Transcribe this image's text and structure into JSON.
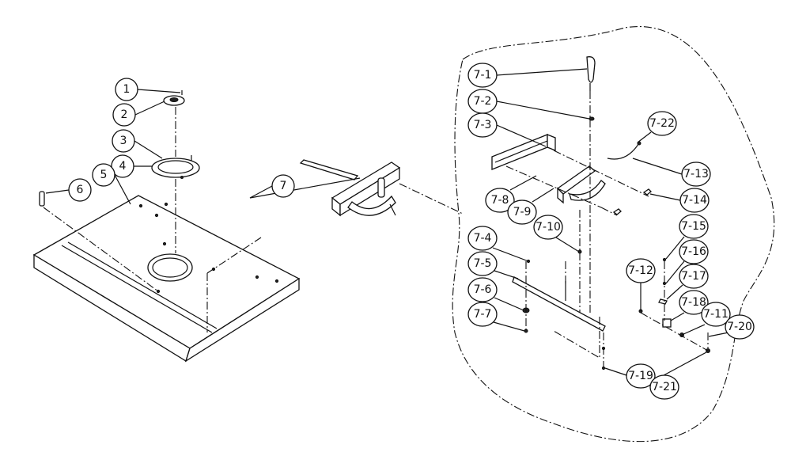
{
  "callouts": {
    "c1": "1",
    "c2": "2",
    "c3": "3",
    "c4": "4",
    "c5": "5",
    "c6": "6",
    "c7": "7",
    "c7_1": "7-1",
    "c7_2": "7-2",
    "c7_3": "7-3",
    "c7_4": "7-4",
    "c7_5": "7-5",
    "c7_6": "7-6",
    "c7_7": "7-7",
    "c7_8": "7-8",
    "c7_9": "7-9",
    "c7_10": "7-10",
    "c7_11": "7-11",
    "c7_12": "7-12",
    "c7_13": "7-13",
    "c7_14": "7-14",
    "c7_15": "7-15",
    "c7_16": "7-16",
    "c7_17": "7-17",
    "c7_18": "7-18",
    "c7_19": "7-19",
    "c7_20": "7-20",
    "c7_21": "7-21",
    "c7_22": "7-22"
  }
}
